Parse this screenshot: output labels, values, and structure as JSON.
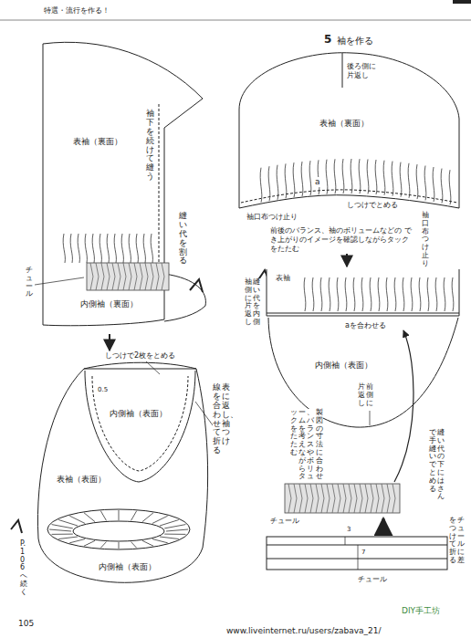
{
  "diagram": {
    "title": "特選・流行を作る！",
    "labels": [
      "5",
      "袖を作る",
      "表袖（裏面）",
      "袖下を続けて縫う",
      "縫い代を割る",
      "チュール",
      "内側袖（裏面）",
      "後ろ側に 片返し",
      "表袖（裏面）",
      "a",
      "しつけでとめる",
      "袖口布つけ止り",
      "袖口布つけ止り",
      "前後のバランス、袖のボリュームなどの でき上がりのイメージを確認しながらタックをたたむ",
      "表袖",
      "縫い代を内側袖側に片返し",
      "aを合わせる",
      "内側袖（表面）",
      "前側に 片返し",
      "しつけで2枚をとめる",
      "0.5",
      "内側袖（表面）",
      "表に返し、袖つけ線を合わせて折る",
      "表袖（表面）",
      "内側袖（表面）",
      "P.106へ続く",
      "縫い代の下にはさんで手縫いでとめる",
      "製図の寸法に合わせ、バランスやボリュームを考えながらタックをたたむ",
      "チュール",
      "3",
      "7",
      "チュールに差をつけて折る",
      "チュール",
      "105",
      "DIY手工坊",
      "www.liveinternet.ru/users/zabava_21/"
    ]
  }
}
